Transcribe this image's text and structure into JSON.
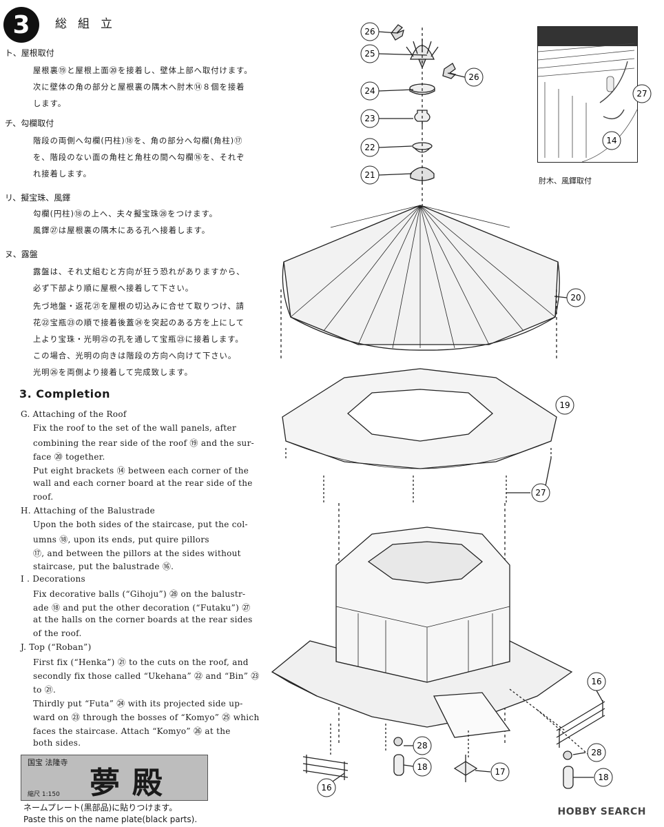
{
  "header": {
    "step_number": "3",
    "title": "総組立"
  },
  "jp_sections": [
    {
      "heading": "ト、屋根取付",
      "lines": [
        "屋根裏⑲と屋根上面⑳を接着し、壁体上部へ取付けます。",
        "次に壁体の角の部分と屋根裏の隅木へ肘木⑭８個を接着",
        "します。"
      ]
    },
    {
      "heading": "チ、勾欄取付",
      "lines": [
        "階段の両側へ勾欄(円柱)⑱を、角の部分へ勾欄(角柱)⑰",
        "を、階段のない面の角柱と角柱の間へ勾欄⑯を、それぞ",
        "れ接着します。"
      ]
    },
    {
      "heading": "リ、擬宝珠、風鐸",
      "lines": [
        "勾欄(円柱)⑱の上へ、夫々擬宝珠㉘をつけます。",
        "風鐸㉗は屋根裏の隅木にある孔へ接着します。"
      ]
    },
    {
      "heading": "ヌ、露盤",
      "lines": [
        "露盤は、それ丈組むと方向が狂う恐れがありますから、",
        "必ず下部より順に屋根へ接着して下さい。",
        "先づ地盤・返花㉑を屋根の切込みに合せて取りつけ、請",
        "花㉒宝瓶㉓の順で接着後蓋㉔を突起のある方を上にして",
        "上より宝珠・光明㉕の孔を通して宝瓶㉓に接着します。",
        "この場合、光明の向きは階段の方向へ向けて下さい。",
        "光明㉖を両側より接着して完成致します。"
      ]
    }
  ],
  "en_title": "3. Completion",
  "en_sections": [
    {
      "heading": "G. Attaching of the Roof",
      "lines": [
        "Fix the roof to the set of the wall panels,  after",
        "combining the rear side of the roof ⑲ and the sur-",
        "face ⑳ together.",
        "Put eight brackets ⑭ between each corner of the",
        "wall and each corner board at the rear side of the",
        "roof."
      ]
    },
    {
      "heading": "H. Attaching of the Balustrade",
      "lines": [
        "Upon the both sides of the staircase, put the col-",
        "umns ⑱,  upon  its  ends,  put  quire  pillors",
        "⑰, and between the pillors at the sides  without",
        "staircase, put the balustrade ⑯."
      ]
    },
    {
      "heading": "I . Decorations",
      "lines": [
        "Fix decorative balls (“Gihoju”)  ㉘ on the balustr-",
        "ade ⑱ and put the other decoration (“Futaku”) ㉗",
        "at the halls on the corner boards at the rear sides",
        "of the roof."
      ]
    },
    {
      "heading": "J. Top (“Roban”)",
      "lines": [
        "First fix (“Henka”) ㉑ to the cuts on the roof, and",
        "secondly fix those called “Ukehana” ㉒ and “Bin” ㉓",
        "to ㉑.",
        "Thirdly put “Futa” ㉔ with its projected side up-",
        "ward on ㉓ through the bosses of “Komyo” ㉕  which",
        "faces the staircase.    Attach “Komyo” ㉖ at the",
        "both sides."
      ]
    }
  ],
  "name_plate": {
    "top_text": "国宝 法隆寺",
    "big_text": "夢殿",
    "scale": "縮尺 1:150"
  },
  "notes": {
    "jp": "ネームプレート(黒部品)に貼りつけます。",
    "en": "Paste this on the name plate(black parts)."
  },
  "inset_caption": "肘木、風鐸取付",
  "callouts": [
    "26",
    "25",
    "26",
    "24",
    "23",
    "22",
    "21",
    "20",
    "19",
    "27",
    "16",
    "28",
    "18",
    "17",
    "16",
    "28",
    "18",
    "27",
    "14"
  ],
  "watermark": "HOBBY SEARCH"
}
